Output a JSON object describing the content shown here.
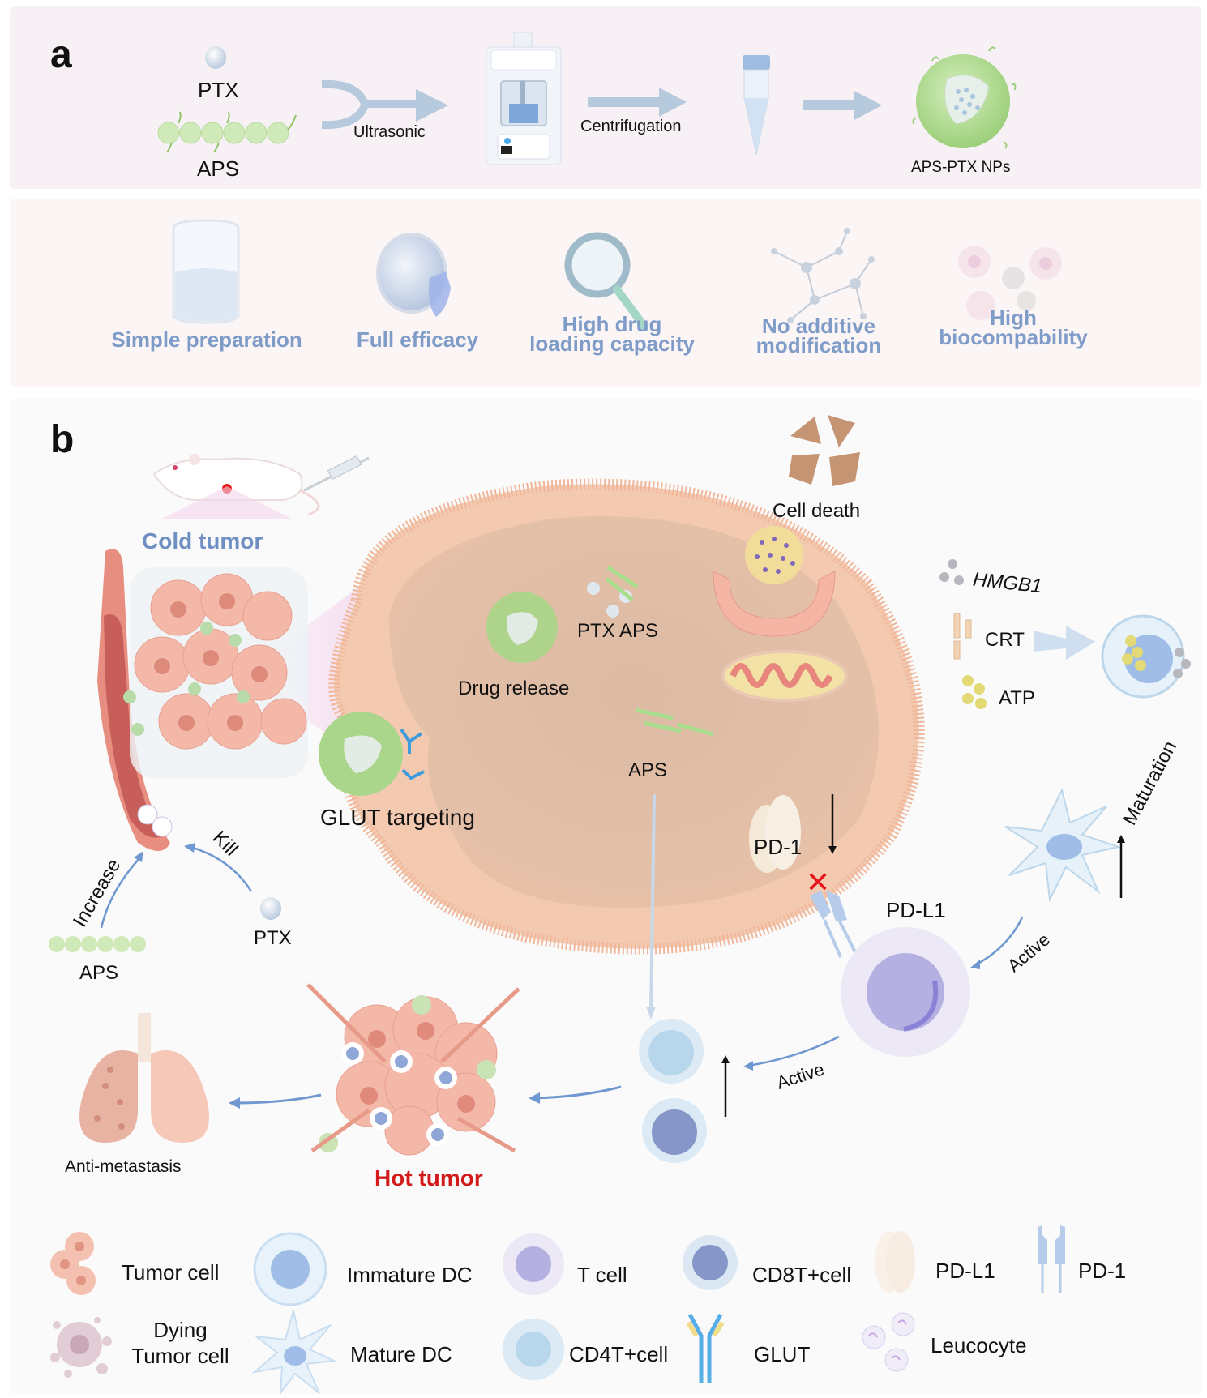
{
  "panel_a": {
    "letter": "a",
    "inputs": {
      "ptx": "PTX",
      "aps": "APS"
    },
    "steps": {
      "ultrasonic": "Ultrasonic",
      "centrifugation": "Centrifugation"
    },
    "product": "APS-PTX NPs",
    "features": [
      {
        "line1": "Simple preparation",
        "line2": "",
        "icon": "beaker-icon"
      },
      {
        "line1": "Full efficacy",
        "line2": "",
        "icon": "shield-sphere-icon"
      },
      {
        "line1": "High drug",
        "line2": "loading capacity",
        "icon": "magnifier-icon"
      },
      {
        "line1": "No additive",
        "line2": "modification",
        "icon": "molecule-network-icon"
      },
      {
        "line1": "High",
        "line2": "biocompability",
        "icon": "cells-icon"
      }
    ],
    "colors": {
      "feature_text": "#7f9cc9",
      "arrow": "#b7c9dc"
    }
  },
  "panel_b": {
    "letter": "b",
    "cold_tumor": "Cold tumor",
    "hot_tumor": "Hot tumor",
    "glut_targeting": "GLUT targeting",
    "drug_release": "Drug release",
    "ptx_aps": "PTX  APS",
    "aps_lower": "APS",
    "cell_death": "Cell death",
    "hmgb1": "HMGB1",
    "crt": "CRT",
    "atp": "ATP",
    "maturation": "Maturation",
    "pd1": "PD-1",
    "pdl1": "PD-L1",
    "active_1": "Active",
    "active_2": "Active",
    "increase": "Increase",
    "kill": "Kill",
    "ptx": "PTX",
    "aps": "APS",
    "anti_metastasis": "Anti-metastasis",
    "colors": {
      "cold_tumor": "#6f8fc2",
      "hot_tumor": "#d21a1a",
      "block_x": "#e8141b",
      "membrane": "#f3c3a6"
    }
  },
  "legend": [
    {
      "label": "Tumor cell",
      "icon": "tumor-cell-icon"
    },
    {
      "label": "Immature DC",
      "icon": "immature-dc-icon"
    },
    {
      "label": "T cell",
      "icon": "t-cell-icon"
    },
    {
      "label": "CD8T+cell",
      "icon": "cd8t-cell-icon"
    },
    {
      "label": "PD-L1",
      "icon": "pdl1-icon"
    },
    {
      "label": "PD-1",
      "icon": "pd1-icon"
    },
    {
      "label": "Dying\nTumor cell",
      "line1": "Dying",
      "line2": "Tumor cell",
      "icon": "dying-tumor-cell-icon"
    },
    {
      "label": "Mature DC",
      "icon": "mature-dc-icon"
    },
    {
      "label": "CD4T+cell",
      "icon": "cd4t-cell-icon"
    },
    {
      "label": "GLUT",
      "icon": "glut-icon"
    },
    {
      "label": "Leucocyte",
      "icon": "leucocyte-icon"
    }
  ]
}
